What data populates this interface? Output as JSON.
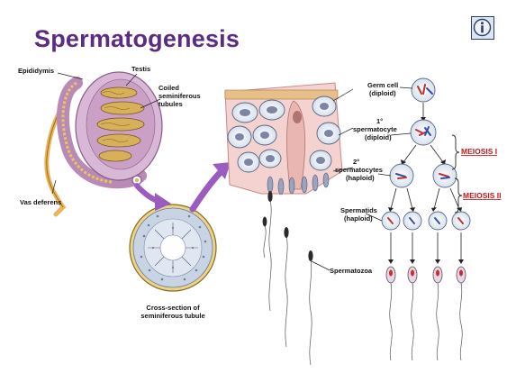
{
  "slide": {
    "title": "Spermatogenesis",
    "info_icon": "info-icon"
  },
  "labels": {
    "epididymis": "Epididymis",
    "testis": "Testis",
    "coiled_1": "Coiled",
    "coiled_2": "seminiferous",
    "coiled_3": "tubules",
    "vas_deferens": "Vas deferens",
    "cross_1": "Cross-section of",
    "cross_2": "seminiferous tubule",
    "germ_1": "Germ cell",
    "germ_2": "(diploid)",
    "primary_1": "1°",
    "primary_2": "spermatocyte",
    "primary_3": "(diploid)",
    "secondary_1": "2°",
    "secondary_2": "spermatocytes",
    "secondary_3": "(haploid)",
    "spermatids_1": "Spermatids",
    "spermatids_2": "(haploid)",
    "spermatozoa": "Spermatozoa",
    "meiosis_1": "MEIOSIS I",
    "meiosis_2": "MEIOSIS II"
  },
  "colors": {
    "title": "#5b2c82",
    "arrow": "#9a5cc0",
    "meiosis": "#c01b1b",
    "testis": "#d9b7d6",
    "tubule": "#d7b05a"
  }
}
